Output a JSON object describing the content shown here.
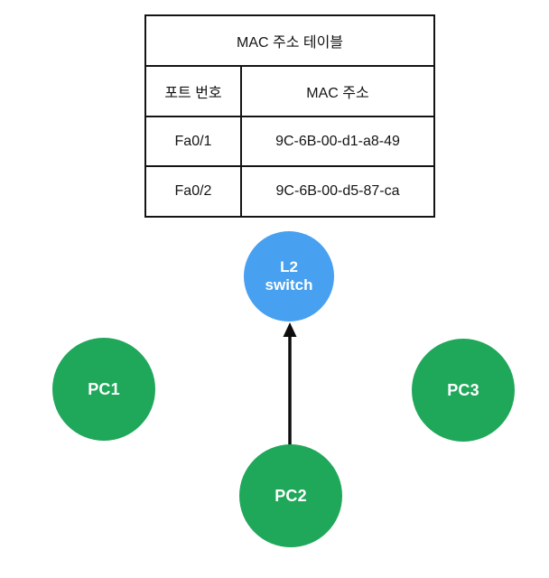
{
  "table": {
    "title": "MAC 주소 테이블",
    "columns": [
      "포트 번호",
      "MAC 주소"
    ],
    "rows": [
      {
        "port": "Fa0/1",
        "mac": "9C-6B-00-d1-a8-49"
      },
      {
        "port": "Fa0/2",
        "mac": "9C-6B-00-d5-87-ca"
      }
    ]
  },
  "nodes": {
    "switch": {
      "label": "L2 switch",
      "fill": "#47A0F0"
    },
    "pc1": {
      "label": "PC1",
      "fill": "#1FA75A"
    },
    "pc2": {
      "label": "PC2",
      "fill": "#1FA75A"
    },
    "pc3": {
      "label": "PC3",
      "fill": "#1FA75A"
    }
  },
  "edges": [
    {
      "from": "PC2",
      "to": "L2 switch",
      "style": "arrow",
      "color": "#0d0d0d"
    }
  ],
  "colors": {
    "background": "#ffffff",
    "table_border": "#141414",
    "table_text": "#141414",
    "node_text": "#ffffff"
  }
}
